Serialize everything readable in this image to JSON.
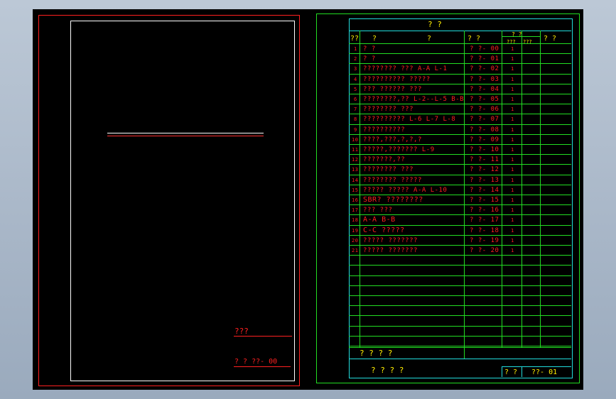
{
  "left_sheet": {
    "label_top": "???",
    "label_bottom": "? ?  ??- 00"
  },
  "right_sheet": {
    "title": "?        ?",
    "header": {
      "col_no": "??",
      "col_name_a": "?",
      "col_name_b": "?",
      "col_code": "?  ?",
      "col_qty_top": "?   ?",
      "col_qty_a": "???",
      "col_qty_b": "???",
      "col_remark": "?   ?"
    },
    "rows": [
      {
        "no": "1",
        "name": "? ?",
        "code": "? ?- 00",
        "qty": "1"
      },
      {
        "no": "2",
        "name": "? ?",
        "code": "? ?- 01",
        "qty": "1"
      },
      {
        "no": "3",
        "name": "???????? ???   A-A L-1",
        "code": "? ?- 02",
        "qty": "1"
      },
      {
        "no": "4",
        "name": "?????????? ?????",
        "code": "? ?- 03",
        "qty": "1"
      },
      {
        "no": "5",
        "name": "??? ?????? ???",
        "code": "? ?- 04",
        "qty": "1"
      },
      {
        "no": "6",
        "name": "????????,??    L-2--L-5 B-B",
        "code": "? ?- 05",
        "qty": "1"
      },
      {
        "no": "7",
        "name": "???????? ???",
        "code": "? ?- 06",
        "qty": "1"
      },
      {
        "no": "8",
        "name": "??????????    L-6 L-7 L-8",
        "code": "? ?- 07",
        "qty": "1"
      },
      {
        "no": "9",
        "name": "??????????",
        "code": "? ?- 08",
        "qty": "1"
      },
      {
        "no": "10",
        "name": "????,???,?,?,?",
        "code": "? ?- 09",
        "qty": "1"
      },
      {
        "no": "11",
        "name": "?????,???????     L-9",
        "code": "? ?- 10",
        "qty": "1"
      },
      {
        "no": "12",
        "name": "???????,??",
        "code": "? ?- 11",
        "qty": "1"
      },
      {
        "no": "13",
        "name": "???????? ???",
        "code": "? ?- 12",
        "qty": "1"
      },
      {
        "no": "14",
        "name": "???????? ?????",
        "code": "? ?- 13",
        "qty": "1"
      },
      {
        "no": "15",
        "name": "????? ?????    A-A L-10",
        "code": "? ?- 14",
        "qty": "1"
      },
      {
        "no": "16",
        "name": "SBR? ????????",
        "code": "? ?- 15",
        "qty": "1"
      },
      {
        "no": "17",
        "name": "??? ???",
        "code": "? ?- 16",
        "qty": "1"
      },
      {
        "no": "18",
        "name": "A-A  B-B",
        "code": "? ?- 17",
        "qty": "1"
      },
      {
        "no": "19",
        "name": "C-C  ?????",
        "code": "? ?- 18",
        "qty": "1"
      },
      {
        "no": "20",
        "name": "????? ???????",
        "code": "? ?- 19",
        "qty": "1"
      },
      {
        "no": "21",
        "name": "????? ???????",
        "code": "? ?- 20",
        "qty": "1"
      }
    ],
    "footer_row": "?       ?       ?       ?",
    "title_block_left": "? ?            ? ?",
    "title_block_right_a": "? ?",
    "title_block_right_b": "??- 01"
  }
}
